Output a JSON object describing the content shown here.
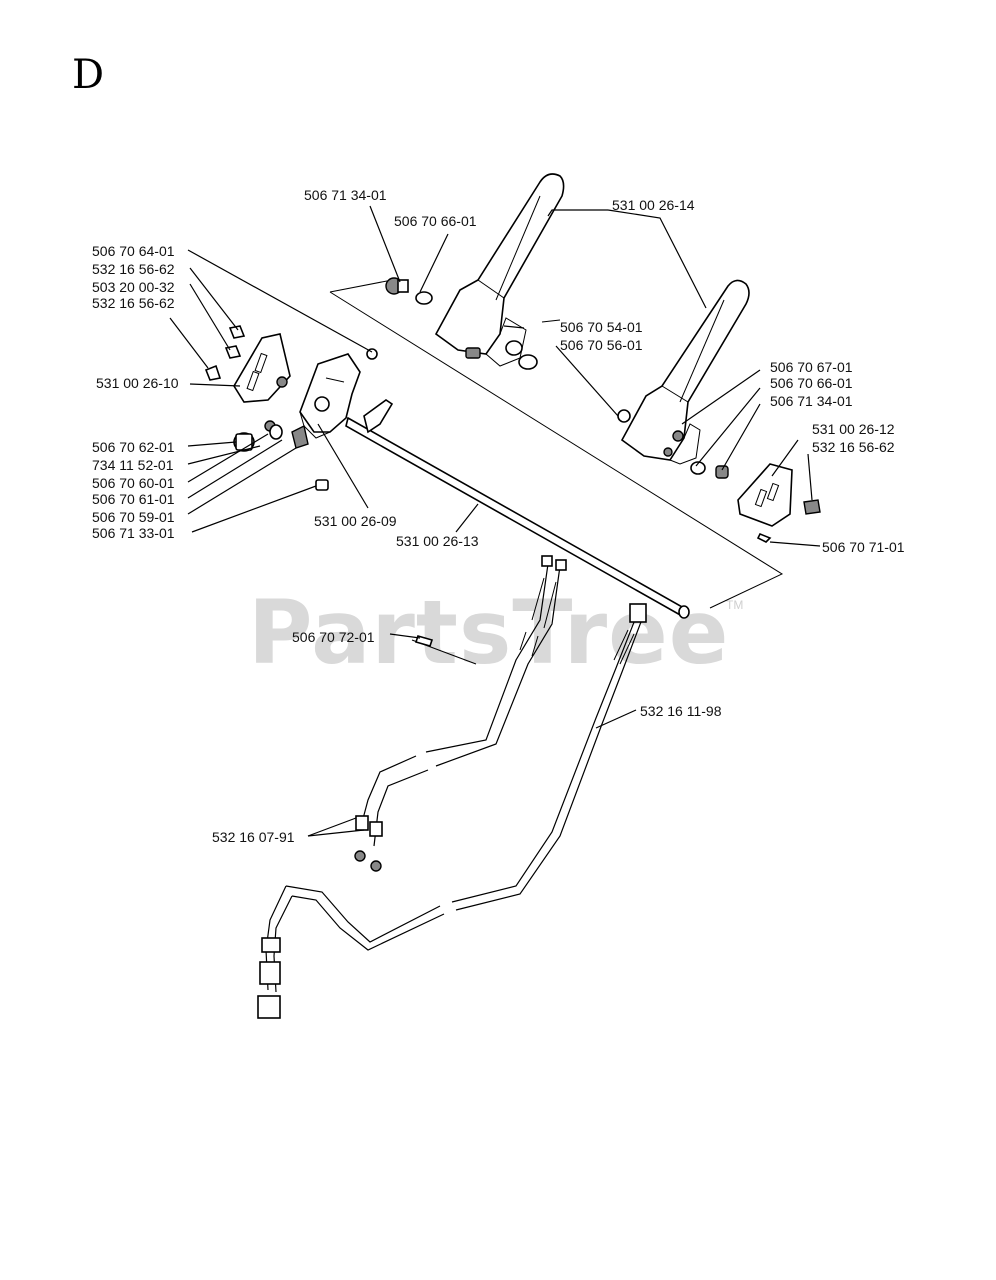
{
  "section": "D",
  "watermark": {
    "text": "PartsTree",
    "trademark": "TM"
  },
  "labels": {
    "l_506713401_top": "506 71 34-01",
    "l_506706601_top": "506 70 66-01",
    "l_531002614": "531 00 26-14",
    "l_506706401": "506 70 64-01",
    "l_532165662_a": "532 16 56-62",
    "l_503200032": "503 20 00-32",
    "l_532165662_b": "532 16 56-62",
    "l_531002610": "531 00 26-10",
    "l_506705401": "506 70 54-01",
    "l_506705601": "506 70 56-01",
    "l_506706701": "506 70 67-01",
    "l_506706601_r": "506 70 66-01",
    "l_506713401_r": "506 71 34-01",
    "l_531002612": "531 00 26-12",
    "l_532165662_c": "532 16 56-62",
    "l_506706201": "506 70 62-01",
    "l_734115201": "734 11 52-01",
    "l_506706001": "506 70 60-01",
    "l_506706101": "506 70 61-01",
    "l_506705901": "506 70 59-01",
    "l_506713301": "506 71 33-01",
    "l_531002609": "531 00 26-09",
    "l_531002613": "531 00 26-13",
    "l_506707101": "506 70 71-01",
    "l_506707201": "506 70 72-01",
    "l_532161198": "532 16 11-98",
    "l_532160791": "532 16 07-91"
  }
}
